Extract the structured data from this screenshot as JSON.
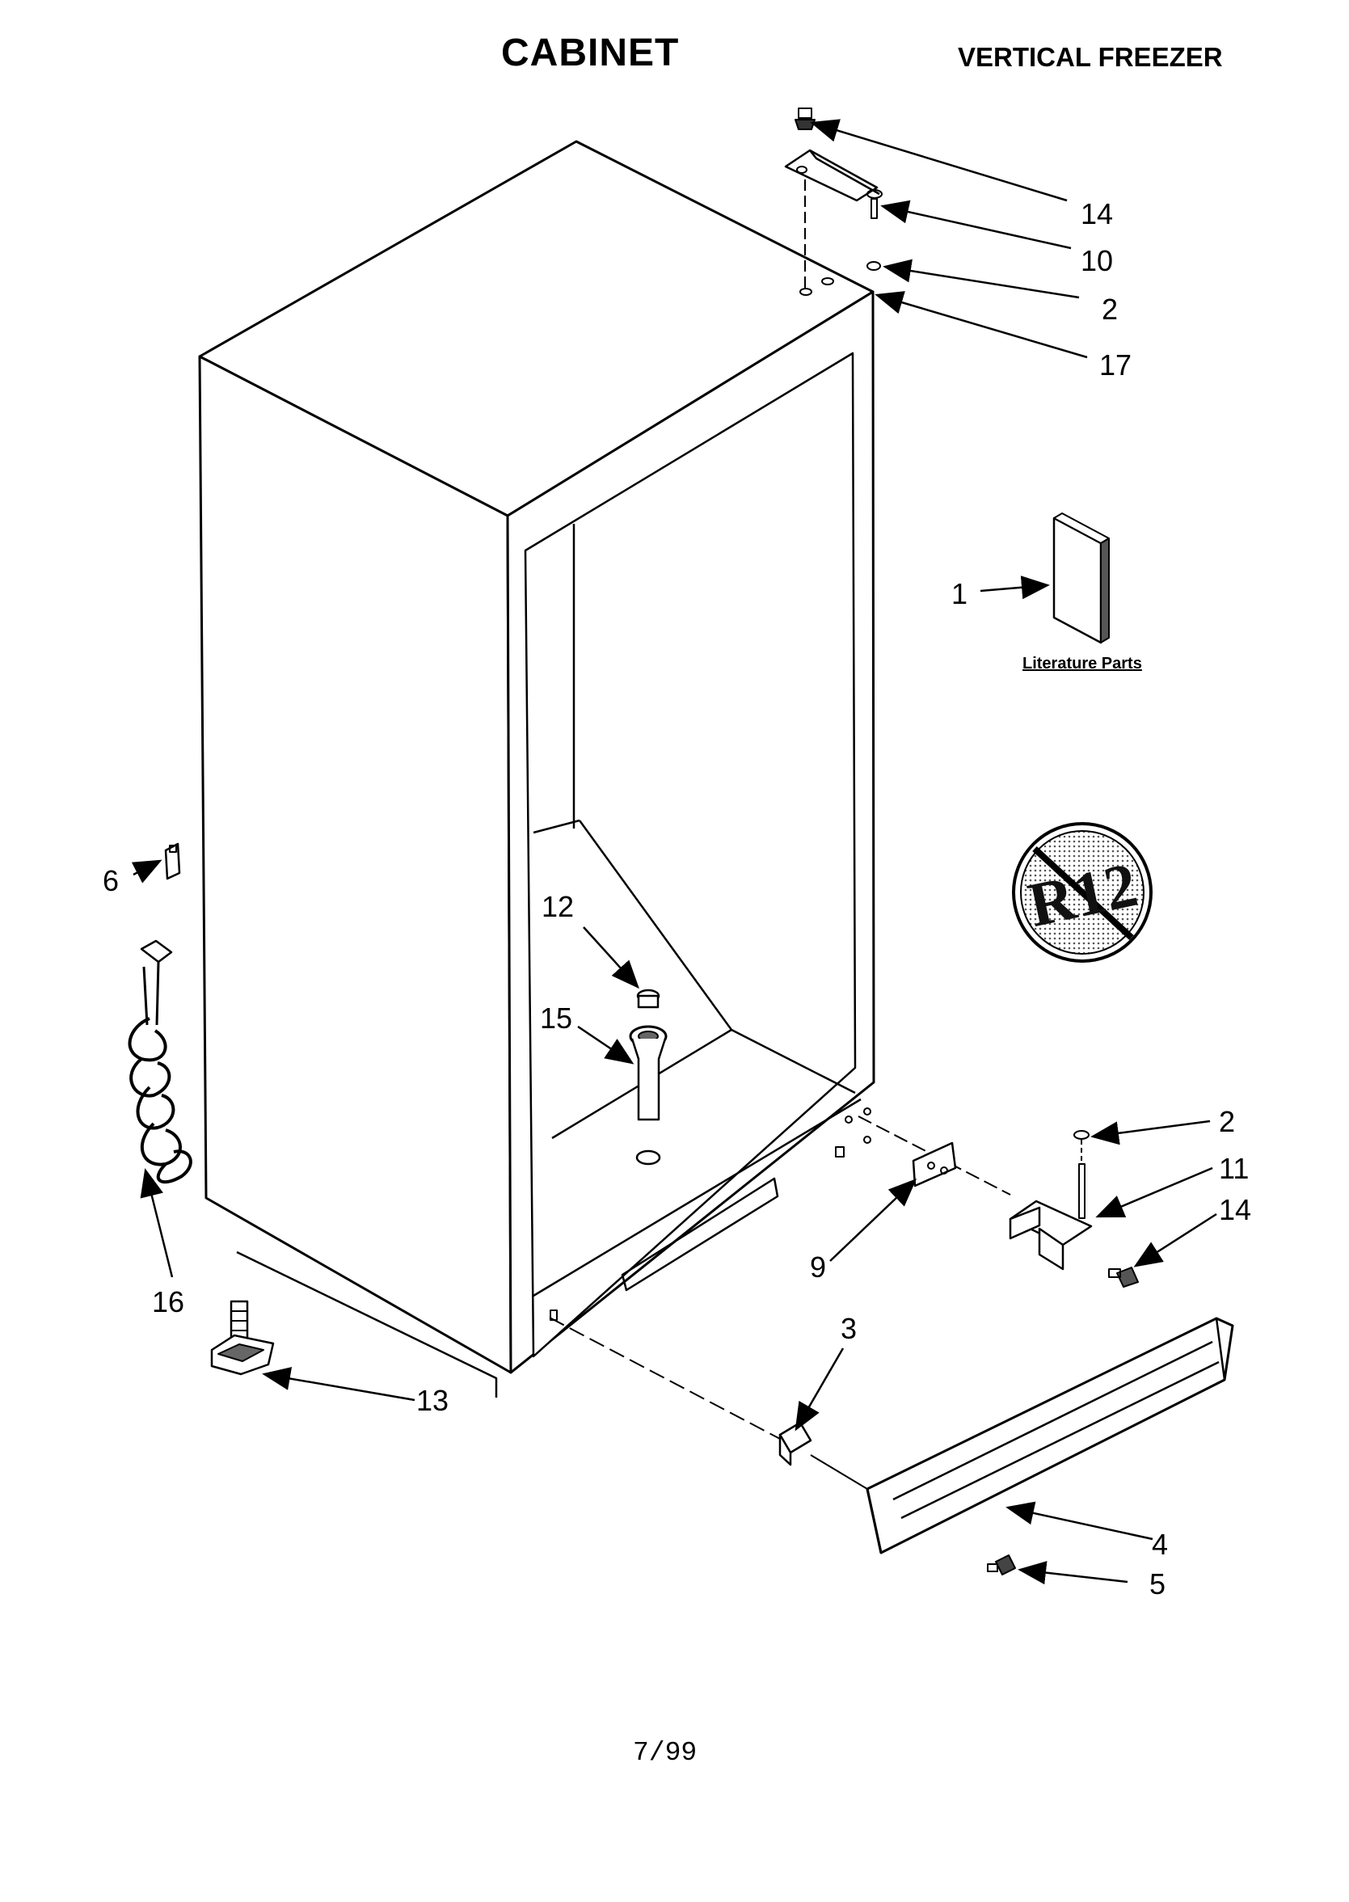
{
  "header": {
    "title": "CABINET",
    "subtitle": "VERTICAL FREEZER"
  },
  "callouts": [
    {
      "id": "c14a",
      "label": "14",
      "part": "hinge-screw-top"
    },
    {
      "id": "c10",
      "label": "10",
      "part": "hinge-pin-top"
    },
    {
      "id": "c2a",
      "label": "2",
      "part": "washer-top"
    },
    {
      "id": "c17",
      "label": "17",
      "part": "cabinet"
    },
    {
      "id": "c1",
      "label": "1",
      "part": "literature-parts"
    },
    {
      "id": "c6",
      "label": "6",
      "part": "clip"
    },
    {
      "id": "c12",
      "label": "12",
      "part": "drain-plug"
    },
    {
      "id": "c15",
      "label": "15",
      "part": "drain-tube"
    },
    {
      "id": "c16",
      "label": "16",
      "part": "power-cord"
    },
    {
      "id": "c2b",
      "label": "2",
      "part": "washer-bottom"
    },
    {
      "id": "c11",
      "label": "11",
      "part": "bottom-hinge"
    },
    {
      "id": "c14b",
      "label": "14",
      "part": "hinge-screw-bottom"
    },
    {
      "id": "c9",
      "label": "9",
      "part": "hinge-mount-plate"
    },
    {
      "id": "c3",
      "label": "3",
      "part": "grille-clip"
    },
    {
      "id": "c13",
      "label": "13",
      "part": "leveling-leg"
    },
    {
      "id": "c4",
      "label": "4",
      "part": "toe-grille"
    },
    {
      "id": "c5",
      "label": "5",
      "part": "grille-screw"
    }
  ],
  "literature": {
    "caption": "Literature Parts"
  },
  "badge": {
    "text": "R12",
    "icon": "no-r12-refrigerant-icon"
  },
  "footer": {
    "date": "7/99"
  },
  "colors": {
    "ink": "#000000",
    "paper": "#ffffff"
  }
}
